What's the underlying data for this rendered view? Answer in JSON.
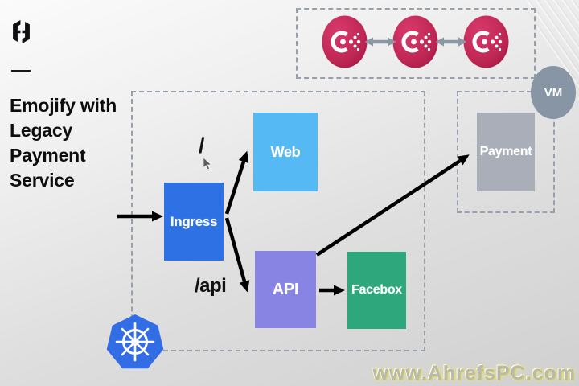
{
  "header": {
    "logo_icon": "hashicorp-logo",
    "title": "Emojify with\nLegacy\nPayment\nService"
  },
  "consul_cluster": {
    "node_icon": "consul-icon",
    "node_count": 3,
    "node_color": "#c32757",
    "link_arrow_color": "#8b97a3"
  },
  "cluster": {
    "platform_icon": "kubernetes-icon",
    "platform_color": "#326de6",
    "routes": {
      "web_path": "/",
      "api_path": "/api"
    },
    "nodes": {
      "ingress": {
        "label": "Ingress",
        "color": "#2e71e5"
      },
      "web": {
        "label": "Web",
        "color": "#55b9f3"
      },
      "api": {
        "label": "API",
        "color": "#8884e3"
      },
      "facebox": {
        "label": "Facebox",
        "color": "#2fa77d"
      }
    }
  },
  "legacy": {
    "vm_badge": {
      "label": "VM",
      "color": "#8795a4"
    },
    "payment": {
      "label": "Payment",
      "color": "#a9aeb8"
    }
  },
  "connections": [
    {
      "from": "external",
      "to": "ingress"
    },
    {
      "from": "ingress",
      "to": "web",
      "route": "/"
    },
    {
      "from": "ingress",
      "to": "api",
      "route": "/api"
    },
    {
      "from": "api",
      "to": "facebox"
    },
    {
      "from": "api",
      "to": "payment"
    },
    {
      "from": "consul-node-1",
      "to": "consul-node-2",
      "bidirectional": true
    },
    {
      "from": "consul-node-2",
      "to": "consul-node-3",
      "bidirectional": true
    }
  ],
  "watermark": {
    "text": "www.AhrefsPC.com"
  }
}
